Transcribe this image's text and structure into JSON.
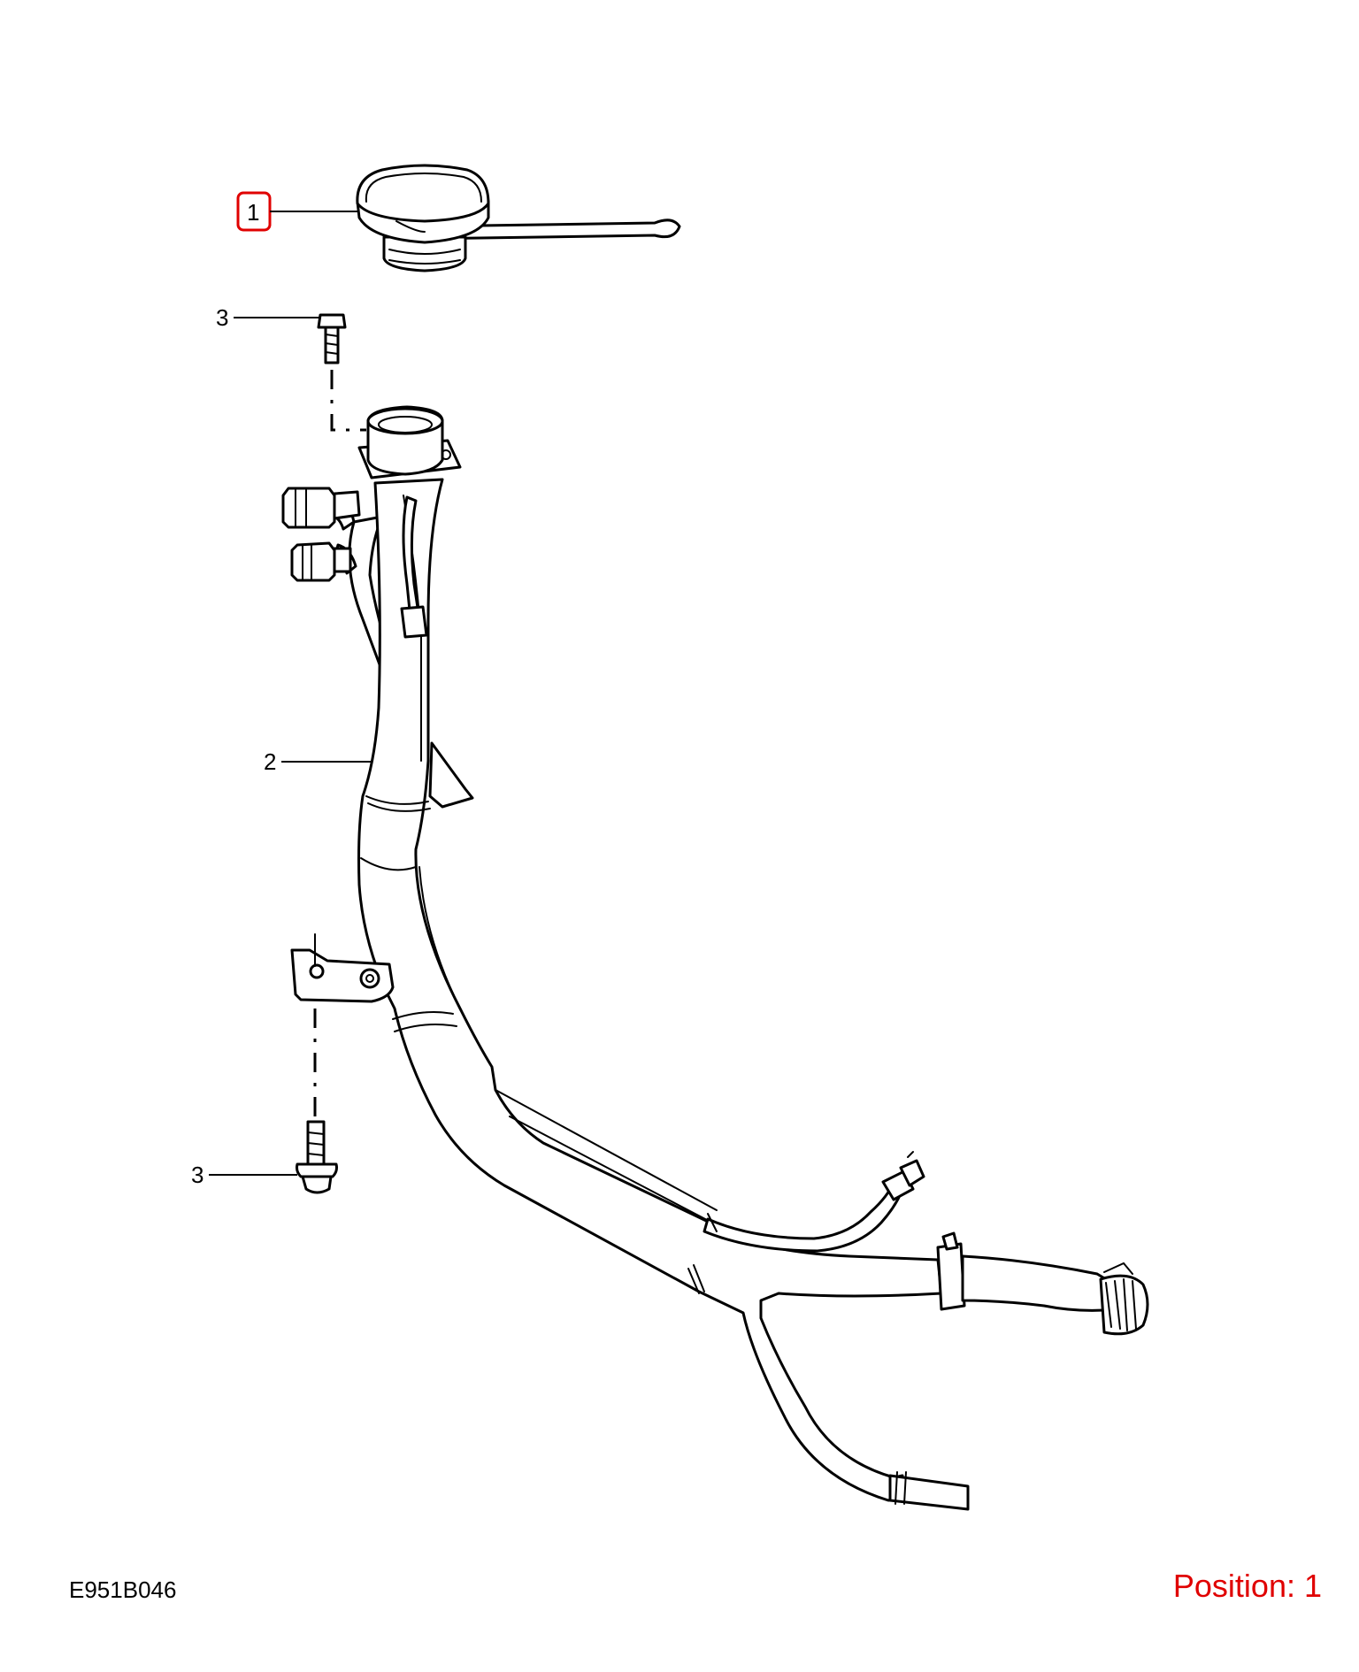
{
  "drawing_code": "E951B046",
  "position": {
    "label": "Position: 1",
    "color": "#e00000"
  },
  "callouts": [
    {
      "id": "callout-1",
      "number": "1",
      "part": "filler-cap",
      "highlighted": true
    },
    {
      "id": "callout-3-top",
      "number": "3",
      "part": "bolt-top"
    },
    {
      "id": "callout-2",
      "number": "2",
      "part": "filler-pipe"
    },
    {
      "id": "callout-3-bottom",
      "number": "3",
      "part": "bolt-bottom"
    }
  ],
  "colors": {
    "line": "#000000",
    "highlight": "#e00000",
    "background": "#ffffff"
  }
}
